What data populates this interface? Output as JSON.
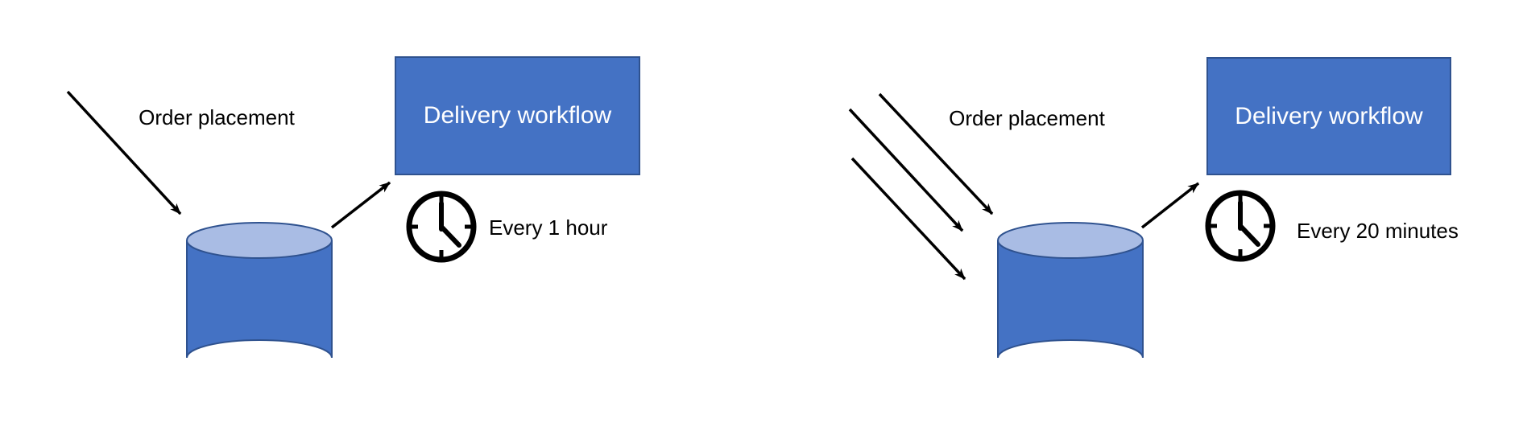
{
  "colors": {
    "background": "#ffffff",
    "shape_fill": "#4472C4",
    "shape_border": "#2F528F",
    "cylinder_top_fill": "#A9BCE4",
    "arrow": "#000000",
    "label_text": "#000000",
    "box_text": "#ffffff"
  },
  "left_flow": {
    "order_label": "Order placement",
    "incoming_arrow_count": 1,
    "database_icon": "database-cylinder",
    "box_label": "Delivery workflow",
    "clock_icon": "clock-icon",
    "schedule_label": "Every 1 hour"
  },
  "right_flow": {
    "order_label": "Order placement",
    "incoming_arrow_count": 3,
    "database_icon": "database-cylinder",
    "box_label": "Delivery workflow",
    "clock_icon": "clock-icon",
    "schedule_label": "Every 20 minutes"
  }
}
